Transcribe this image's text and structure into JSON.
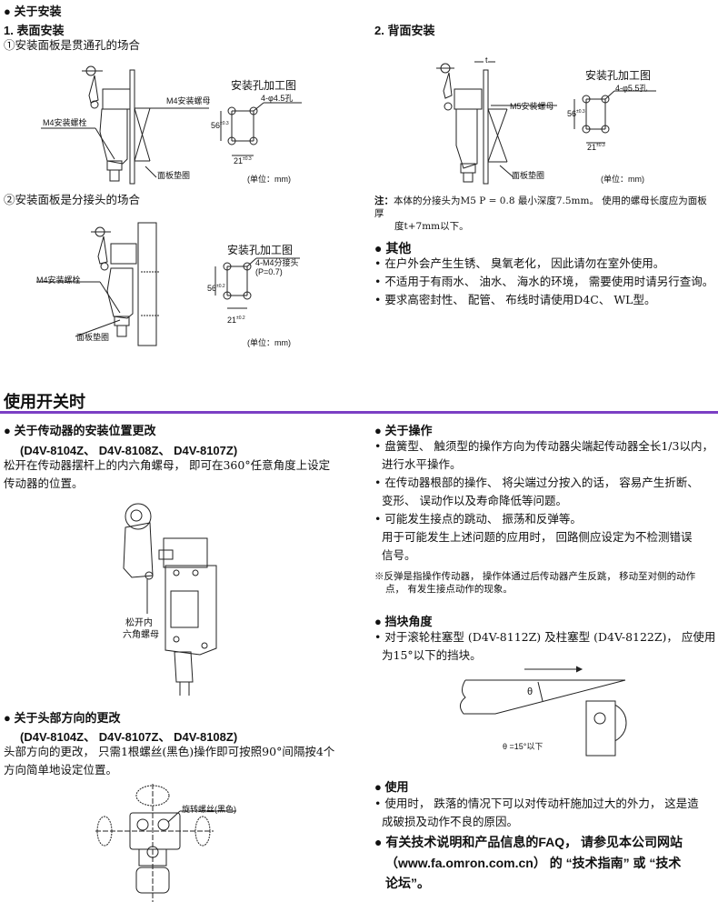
{
  "install": {
    "heading": "● 关于安装",
    "surface_title": "1. 表面安装",
    "case1": "①安装面板是贯通孔的场合",
    "case2": "②安装面板是分接头的场合",
    "back_title": "2. 背面安装",
    "hole_title": "安装孔加工图",
    "hole1": "4-φ4.5孔",
    "hole2": "4-M4分接头",
    "hole2_pitch": "(P=0.7)",
    "hole3": "4-φ5.5孔",
    "dim56": "56",
    "dim21": "21",
    "tol3": "±0.3",
    "tol2": "±0.2",
    "unit": "(单位：mm)",
    "m4_nut": "M4安装螺母",
    "m4_bolt": "M4安装螺栓",
    "m5_nut": "M5安装螺母",
    "gasket": "面板垫圈",
    "t_label": "t",
    "note_prefix": "注：",
    "note_line1": "本体的分接头为M5 P = 0.8 最小深度7.5mm。 使用的螺母长度应为面板厚",
    "note_line2": "度t+7mm以下。"
  },
  "other": {
    "heading": "● 其他",
    "items": [
      "在户外会产生生锈、 臭氧老化， 因此请勿在室外使用。",
      "不适用于有雨水、 油水、 海水的环境， 需要使用时请另行查询。",
      "要求高密封性、 配管、 布线时请使用D4C、 WL型。"
    ]
  },
  "section_title": "使用开关时",
  "accent_color": "#7b3fc4",
  "actuator": {
    "heading": "● 关于传动器的安装位置更改",
    "models": "(D4V-8104Z、 D4V-8108Z、 D4V-8107Z)",
    "line1": "松开在传动器摆杆上的内六角螺母， 即可在360°任意角度上设定",
    "line2": "传动器的位置。",
    "callout1": "松开内",
    "callout2": "六角螺母"
  },
  "head": {
    "heading": "● 关于头部方向的更改",
    "models": "(D4V-8104Z、 D4V-8107Z、 D4V-8108Z)",
    "line1": "头部方向的更改， 只需1根螺丝(黑色)操作即可按照90°间隔按4个",
    "line2": "方向简单地设定位置。",
    "callout": "旋转螺丝(黑色)"
  },
  "operation": {
    "heading": "● 关于操作",
    "b1_l1": "盘簧型、 触须型的操作方向为传动器尖端起传动器全长1/3以内，",
    "b1_l2": "进行水平操作。",
    "b2_l1": "在传动器根部的操作、 将尖端过分按入的话， 容易产生折断、",
    "b2_l2": "变形、 误动作以及寿命降低等问题。",
    "b3_l1": "可能发生接点的跳动、 振荡和反弹等。",
    "b3_l2": "用于可能发生上述问题的应用时， 回路侧应设定为不检测错误",
    "b3_l3": "信号。",
    "note1": "※反弹是指操作传动器， 操作体通过后传动器产生反跳， 移动至对侧的动作",
    "note2": "点， 有发生接点动作的现象。"
  },
  "dog": {
    "heading": "● 挡块角度",
    "l1": "对于滚轮柱塞型 (D4V-8112Z) 及柱塞型 (D4V-8122Z)， 应使用 θ",
    "l2": "为15°以下的挡块。",
    "theta": "θ",
    "caption": "θ =15°以下"
  },
  "usage": {
    "heading": "● 使用",
    "l1": "使用时， 跌落的情况下可以对传动杆施加过大的外力， 这是造",
    "l2": "成破损及动作不良的原因。"
  },
  "faq": {
    "l1": "● 有关技术说明和产品信息的FAQ， 请参见本公司网站",
    "l2": "（www.fa.omron.com.cn） 的 “技术指南” 或 “技术",
    "l3": "论坛”。"
  }
}
